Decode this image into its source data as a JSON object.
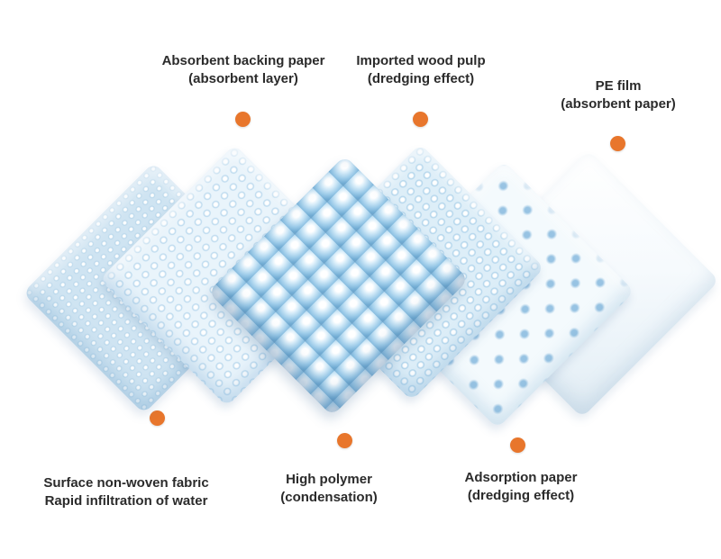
{
  "diagram": {
    "background_color": "#ffffff",
    "accent_dot_color": "#e8762c",
    "callouts_top": [
      {
        "line1": "Absorbent backing paper",
        "line2": "(absorbent layer)"
      },
      {
        "line1": "Imported wood pulp",
        "line2": "(dredging effect)"
      },
      {
        "line1": "PE film",
        "line2": "(absorbent paper)"
      }
    ],
    "callouts_bottom": [
      {
        "line1": "Surface non-woven fabric",
        "line2": "Rapid infiltration of water"
      },
      {
        "line1": "High polymer",
        "line2": "(condensation)"
      },
      {
        "line1": "Adsorption paper",
        "line2": "(dredging effect)"
      }
    ],
    "layers": [
      {
        "name": "surface-non-woven-fabric"
      },
      {
        "name": "absorbent-backing-paper"
      },
      {
        "name": "high-polymer"
      },
      {
        "name": "imported-wood-pulp"
      },
      {
        "name": "adsorption-paper"
      },
      {
        "name": "pe-film"
      }
    ]
  }
}
